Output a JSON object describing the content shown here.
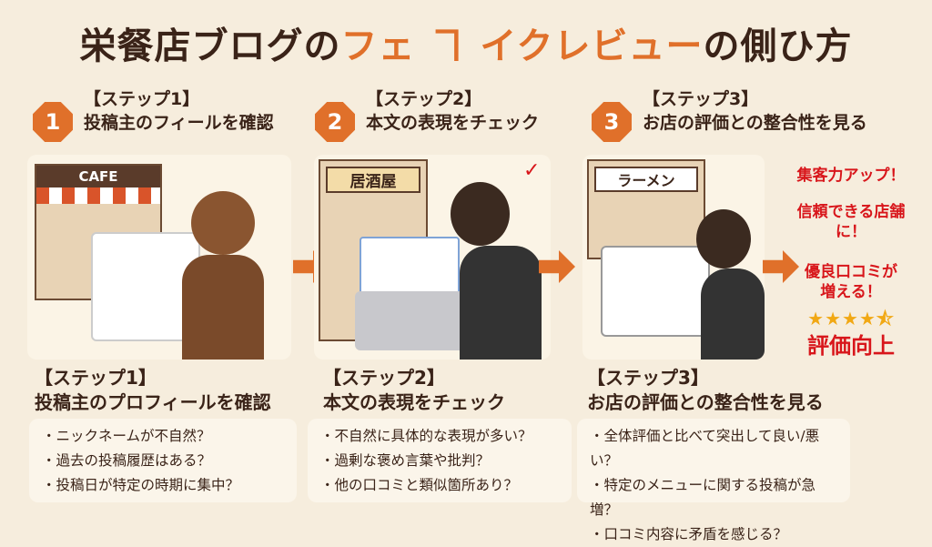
{
  "title": {
    "part1": "栄餐店ブログの",
    "highlight": "フェ ヿ イクレビュー",
    "part2": "の側ひ方"
  },
  "steps": [
    {
      "number": "1",
      "label": "【ステップ1】",
      "title": "投稿主のフィールを確認",
      "sign": "CAFE",
      "bottom_label": "【ステップ1】",
      "bottom_title": "投稿主のプロフィールを確認",
      "checks": [
        "ニックネームが不自然？",
        "過去の投稿履歴はある？",
        "投稿日が特定の時期に集中？"
      ]
    },
    {
      "number": "2",
      "label": "【ステップ2】",
      "title": "本文の表現をチェック",
      "sign": "居酒屋",
      "bottom_label": "【ステップ2】",
      "bottom_title": "本文の表現をチェック",
      "checks": [
        "不自然に具体的な表現が多い？",
        "過剰な褒め言葉や批判？",
        "他の口コミと類似箇所あり？"
      ]
    },
    {
      "number": "3",
      "label": "【ステップ3】",
      "title": "お店の評価との整合性を見る",
      "sign": "ラーメン",
      "bottom_label": "【ステップ3】",
      "bottom_title": "お店の評価との整合性を見る",
      "checks": [
        "全体評価と比べて突出して良い/悪い？",
        "特定のメニューに関する投稿が急増？",
        "口コミ内容に矛盾を感じる？"
      ]
    }
  ],
  "results": {
    "line1": "集客力アップ！",
    "line2": "信頼できる店舗に！",
    "line3": "優良口コミが増える！",
    "rating": 4.5,
    "stars": "★★★★⯪",
    "line4": "評価向上"
  },
  "colors": {
    "accent": "#e0702a",
    "text": "#3a2318",
    "result": "#d8161b",
    "background": "#f6eddd"
  }
}
